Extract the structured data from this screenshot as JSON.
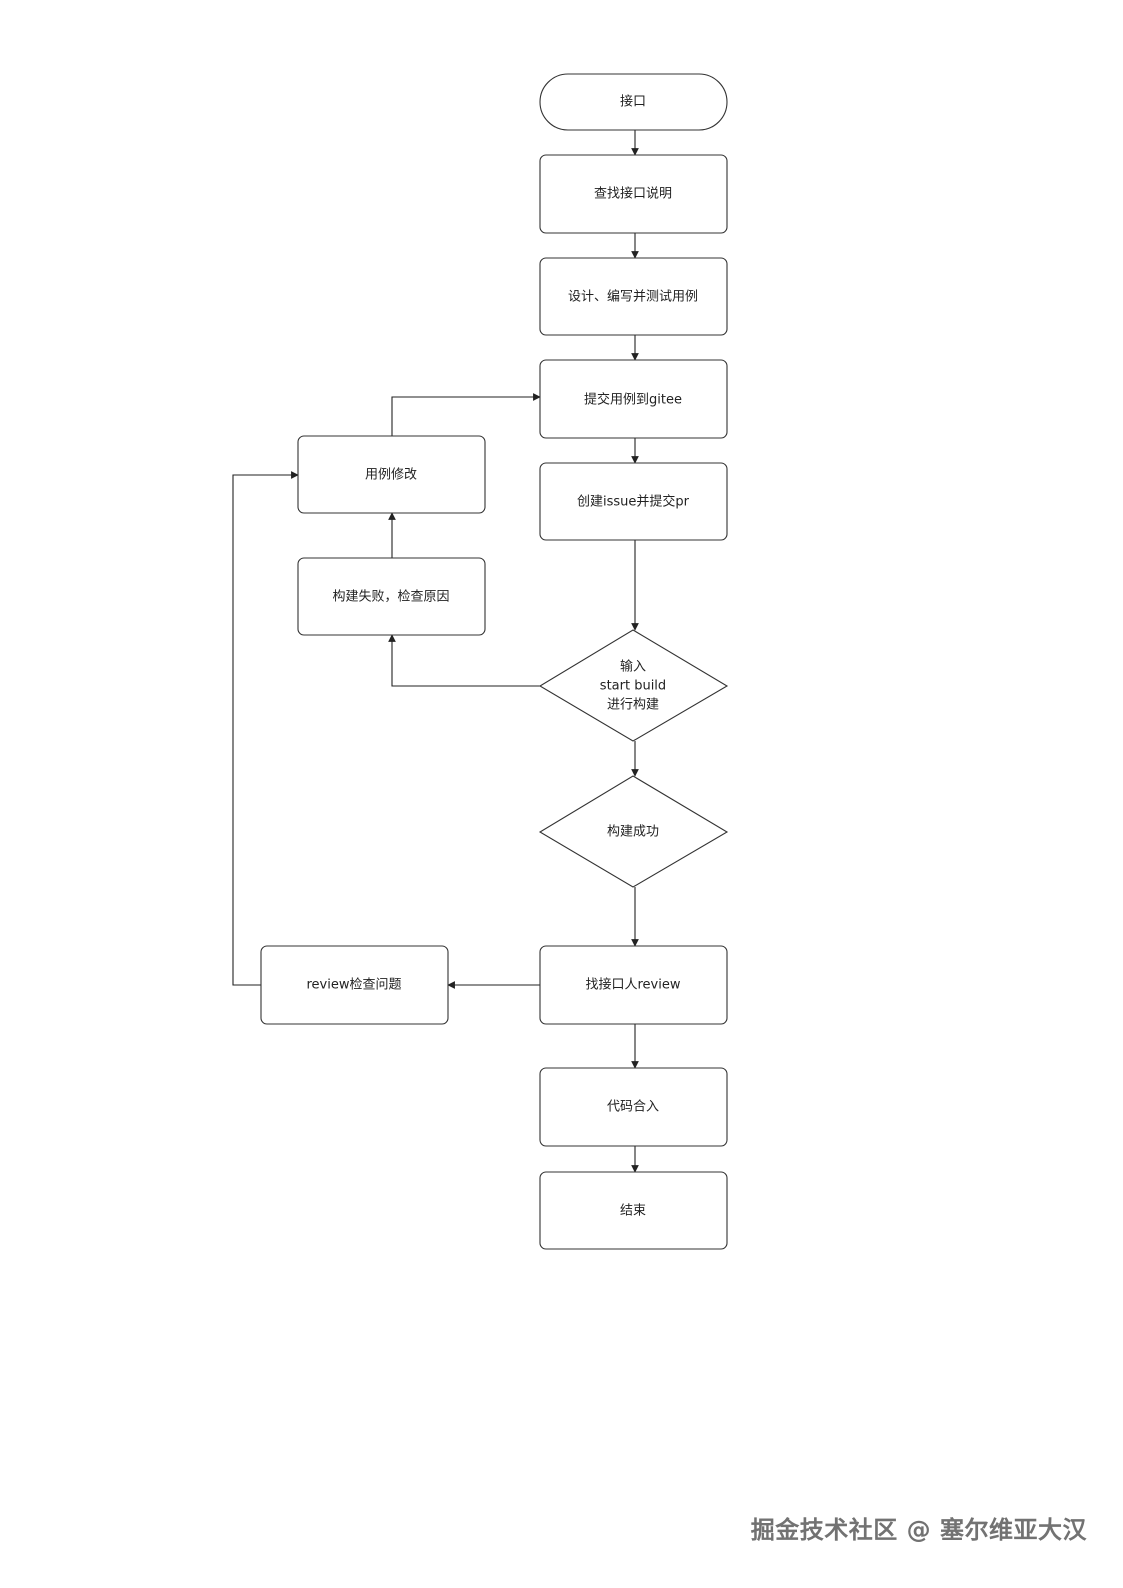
{
  "nodes": {
    "start": "接口",
    "find_docs": "查找接口说明",
    "write_tests": "设计、编写并测试用例",
    "submit_gitee": "提交用例到gitee",
    "create_issue_pr": "创建issue并提交pr",
    "start_build": [
      "输入",
      "start build",
      "进行构建"
    ],
    "build_success": "构建成功",
    "find_reviewer": "找接口人review",
    "merge": "代码合入",
    "end": "结束",
    "build_failed": "构建失败，检查原因",
    "modify_cases": "用例修改",
    "review_issues": "review检查问题"
  },
  "watermark": "掘金技术社区 @ 塞尔维亚大汉"
}
